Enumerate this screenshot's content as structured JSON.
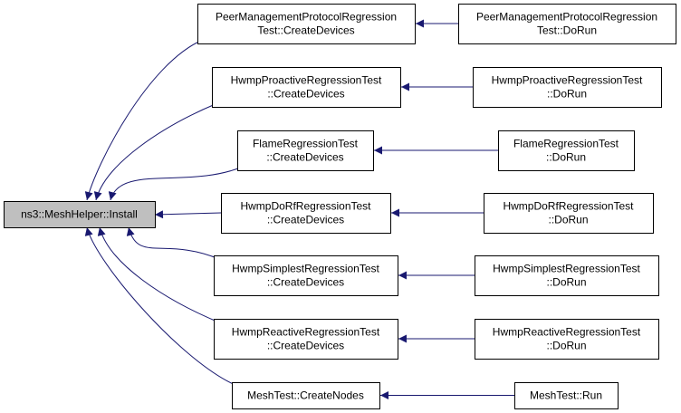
{
  "graph": {
    "root": {
      "lines": [
        "ns3::MeshHelper::Install"
      ]
    },
    "callers": [
      {
        "name": "peer-management-create-devices",
        "lines": [
          "PeerManagementProtocolRegression",
          "Test::CreateDevices"
        ],
        "caller": {
          "name": "peer-management-dorun",
          "lines": [
            "PeerManagementProtocolRegression",
            "Test::DoRun"
          ]
        }
      },
      {
        "name": "hwmp-proactive-create-devices",
        "lines": [
          "HwmpProactiveRegressionTest",
          "::CreateDevices"
        ],
        "caller": {
          "name": "hwmp-proactive-dorun",
          "lines": [
            "HwmpProactiveRegressionTest",
            "::DoRun"
          ]
        }
      },
      {
        "name": "flame-create-devices",
        "lines": [
          "FlameRegressionTest",
          "::CreateDevices"
        ],
        "caller": {
          "name": "flame-dorun",
          "lines": [
            "FlameRegressionTest",
            "::DoRun"
          ]
        }
      },
      {
        "name": "hwmp-dorf-create-devices",
        "lines": [
          "HwmpDoRfRegressionTest",
          "::CreateDevices"
        ],
        "caller": {
          "name": "hwmp-dorf-dorun",
          "lines": [
            "HwmpDoRfRegressionTest",
            "::DoRun"
          ]
        }
      },
      {
        "name": "hwmp-simplest-create-devices",
        "lines": [
          "HwmpSimplestRegressionTest",
          "::CreateDevices"
        ],
        "caller": {
          "name": "hwmp-simplest-dorun",
          "lines": [
            "HwmpSimplestRegressionTest",
            "::DoRun"
          ]
        }
      },
      {
        "name": "hwmp-reactive-create-devices",
        "lines": [
          "HwmpReactiveRegressionTest",
          "::CreateDevices"
        ],
        "caller": {
          "name": "hwmp-reactive-dorun",
          "lines": [
            "HwmpReactiveRegressionTest",
            "::DoRun"
          ]
        }
      },
      {
        "name": "mesh-test-create-nodes",
        "lines": [
          "MeshTest::CreateNodes"
        ],
        "caller": {
          "name": "mesh-test-run",
          "lines": [
            "MeshTest::Run"
          ]
        }
      }
    ],
    "colors": {
      "edge": "#191970",
      "root_fill": "#bfbfbf",
      "node_fill": "#ffffff",
      "border": "#000000"
    }
  }
}
